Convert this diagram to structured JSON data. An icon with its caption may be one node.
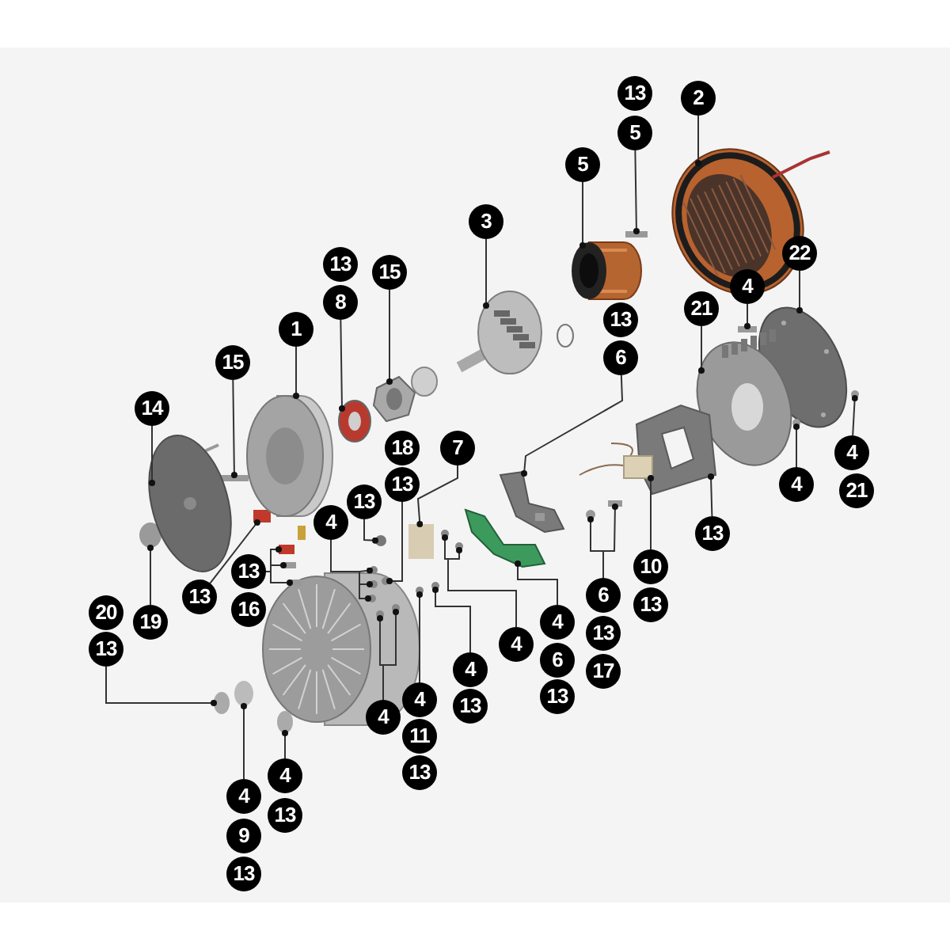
{
  "diagram": {
    "nodes": [
      {
        "text": [
          "13"
        ]
      },
      {
        "text": [
          "2"
        ]
      },
      {
        "text": [
          "5"
        ]
      },
      {
        "text": [
          "5"
        ]
      },
      {
        "text": [
          "3"
        ]
      },
      {
        "text": [
          "22"
        ]
      },
      {
        "text": [
          "13"
        ]
      },
      {
        "text": [
          "15"
        ]
      },
      {
        "text": [
          "4"
        ]
      },
      {
        "text": [
          "8"
        ]
      },
      {
        "text": [
          "21"
        ]
      },
      {
        "text": [
          "13"
        ]
      },
      {
        "text": [
          "1"
        ]
      },
      {
        "text": [
          "6"
        ]
      },
      {
        "text": [
          "15"
        ]
      },
      {
        "text": [
          "14"
        ]
      },
      {
        "text": [
          "18"
        ]
      },
      {
        "text": [
          "7"
        ]
      },
      {
        "text": [
          "4"
        ]
      },
      {
        "text": [
          "13"
        ]
      },
      {
        "text": [
          "4"
        ]
      },
      {
        "text": [
          "21"
        ]
      },
      {
        "text": [
          "13"
        ]
      },
      {
        "text": [
          "4"
        ]
      },
      {
        "text": [
          "13"
        ]
      },
      {
        "text": [
          "10"
        ]
      },
      {
        "text": [
          "13"
        ]
      },
      {
        "text": [
          "13"
        ]
      },
      {
        "text": [
          "6"
        ]
      },
      {
        "text": [
          "13"
        ]
      },
      {
        "text": [
          "20"
        ]
      },
      {
        "text": [
          "16"
        ]
      },
      {
        "text": [
          "19"
        ]
      },
      {
        "text": [
          "4"
        ]
      },
      {
        "text": [
          "13"
        ]
      },
      {
        "text": [
          "4"
        ]
      },
      {
        "text": [
          "13"
        ]
      },
      {
        "text": [
          "6"
        ]
      },
      {
        "text": [
          "4"
        ]
      },
      {
        "text": [
          "17"
        ]
      },
      {
        "text": [
          "13"
        ]
      },
      {
        "text": [
          "4"
        ]
      },
      {
        "text": [
          "13"
        ]
      },
      {
        "text": [
          "4"
        ]
      },
      {
        "text": [
          "11"
        ]
      },
      {
        "text": [
          "4"
        ]
      },
      {
        "text": [
          "13"
        ]
      },
      {
        "text": [
          "4"
        ]
      },
      {
        "text": [
          "13"
        ]
      },
      {
        "text": [
          "9"
        ]
      },
      {
        "text": [
          "13"
        ]
      },
      {
        "text": [],
        "shape": "picture"
      },
      {
        "text": [],
        "shape": "box"
      },
      {
        "text": [],
        "shape": "circle"
      },
      {
        "text": [],
        "shape": "box"
      },
      {
        "text": [],
        "shape": "circle"
      },
      {
        "text": [],
        "shape": "circle"
      },
      {
        "text": [],
        "shape": "box"
      },
      {
        "text": [],
        "shape": "picture"
      },
      {
        "text": [],
        "shape": "picture"
      },
      {
        "text": [],
        "shape": "picture"
      },
      {
        "text": [],
        "shape": "picture"
      },
      {
        "text": [],
        "shape": "picture"
      },
      {
        "text": [],
        "shape": "box"
      },
      {
        "text": [],
        "shape": "picture"
      },
      {
        "text": [],
        "shape": "picture"
      },
      {
        "text": [],
        "shape": "picture"
      },
      {
        "text": [],
        "shape": "box"
      },
      {
        "text": [],
        "shape": "picture"
      },
      {
        "text": [],
        "shape": "circle"
      },
      {
        "text": [],
        "shape": "circle"
      },
      {
        "text": [],
        "shape": "circle"
      },
      {
        "text": [],
        "shape": "circle"
      },
      {
        "text": [],
        "shape": "circle"
      },
      {
        "text": [],
        "shape": "circle"
      },
      {
        "text": [],
        "shape": "picture"
      },
      {
        "text": [],
        "shape": "picture"
      },
      {
        "text": [],
        "shape": "box"
      },
      {
        "text": [],
        "shape": "box"
      },
      {
        "text": [],
        "shape": "box"
      },
      {
        "text": [],
        "shape": "circle"
      },
      {
        "text": [],
        "shape": "box"
      },
      {
        "text": [],
        "shape": "circle"
      },
      {
        "text": [],
        "shape": "picture"
      },
      {
        "text": [],
        "shape": "circle"
      },
      {
        "text": [],
        "shape": "circle"
      },
      {
        "text": [],
        "shape": "circle"
      },
      {
        "text": [],
        "shape": "circle"
      },
      {
        "text": [],
        "shape": "circle"
      },
      {
        "text": [],
        "shape": "circle"
      },
      {
        "text": [],
        "shape": "circle"
      }
    ],
    "edges": [
      {
        "from": 2,
        "to": 57,
        "arrow": "other"
      },
      {
        "from": 1,
        "to": 58,
        "arrow": "other"
      },
      {
        "from": 3,
        "to": 59,
        "arrow": "other"
      },
      {
        "from": 4,
        "to": 60,
        "arrow": "other"
      },
      {
        "from": 5,
        "to": 51,
        "arrow": "other"
      },
      {
        "from": 9,
        "to": 61,
        "arrow": "other"
      },
      {
        "from": 7,
        "to": 62,
        "arrow": "other"
      },
      {
        "from": 8,
        "to": 63,
        "arrow": "other"
      },
      {
        "from": 10,
        "to": 64,
        "arrow": "other"
      },
      {
        "from": 12,
        "to": 65,
        "arrow": "other"
      },
      {
        "from": 13,
        "to": 66,
        "arrow": "other"
      },
      {
        "from": 14,
        "to": 67,
        "arrow": "other"
      },
      {
        "from": 15,
        "to": 68,
        "arrow": "other"
      },
      {
        "from": 17,
        "to": 52,
        "arrow": "other"
      },
      {
        "from": 18,
        "to": 69,
        "arrow": "other"
      },
      {
        "from": 19,
        "to": 70,
        "arrow": "other"
      },
      {
        "from": 20,
        "to": 53,
        "arrow": "other"
      },
      {
        "from": 22,
        "to": 71,
        "arrow": "other"
      },
      {
        "from": 23,
        "to": 72,
        "arrow": "other"
      },
      {
        "from": 23,
        "to": 73,
        "arrow": "other"
      },
      {
        "from": 23,
        "to": 74,
        "arrow": "other"
      },
      {
        "from": 24,
        "to": 75,
        "arrow": "other"
      },
      {
        "from": 25,
        "to": 76,
        "arrow": "other"
      },
      {
        "from": 26,
        "to": 77,
        "arrow": "other"
      },
      {
        "from": 26,
        "to": 78,
        "arrow": "other"
      },
      {
        "from": 26,
        "to": 79,
        "arrow": "other"
      },
      {
        "from": 27,
        "to": 54,
        "arrow": "other"
      },
      {
        "from": 28,
        "to": 80,
        "arrow": "other"
      },
      {
        "from": 28,
        "to": 81,
        "arrow": "other"
      },
      {
        "from": 36,
        "to": 82,
        "arrow": "other"
      },
      {
        "from": 32,
        "to": 55,
        "arrow": "other"
      },
      {
        "from": 33,
        "to": 83,
        "arrow": "other"
      },
      {
        "from": 35,
        "to": 56,
        "arrow": "other"
      },
      {
        "from": 35,
        "to": 84,
        "arrow": "other"
      },
      {
        "from": 38,
        "to": 85,
        "arrow": "other"
      },
      {
        "from": 41,
        "to": 86,
        "arrow": "other"
      },
      {
        "from": 43,
        "to": 87,
        "arrow": "other"
      },
      {
        "from": 43,
        "to": 88,
        "arrow": "other"
      },
      {
        "from": 45,
        "to": 89,
        "arrow": "other"
      },
      {
        "from": 47,
        "to": 90,
        "arrow": "other"
      }
    ]
  }
}
